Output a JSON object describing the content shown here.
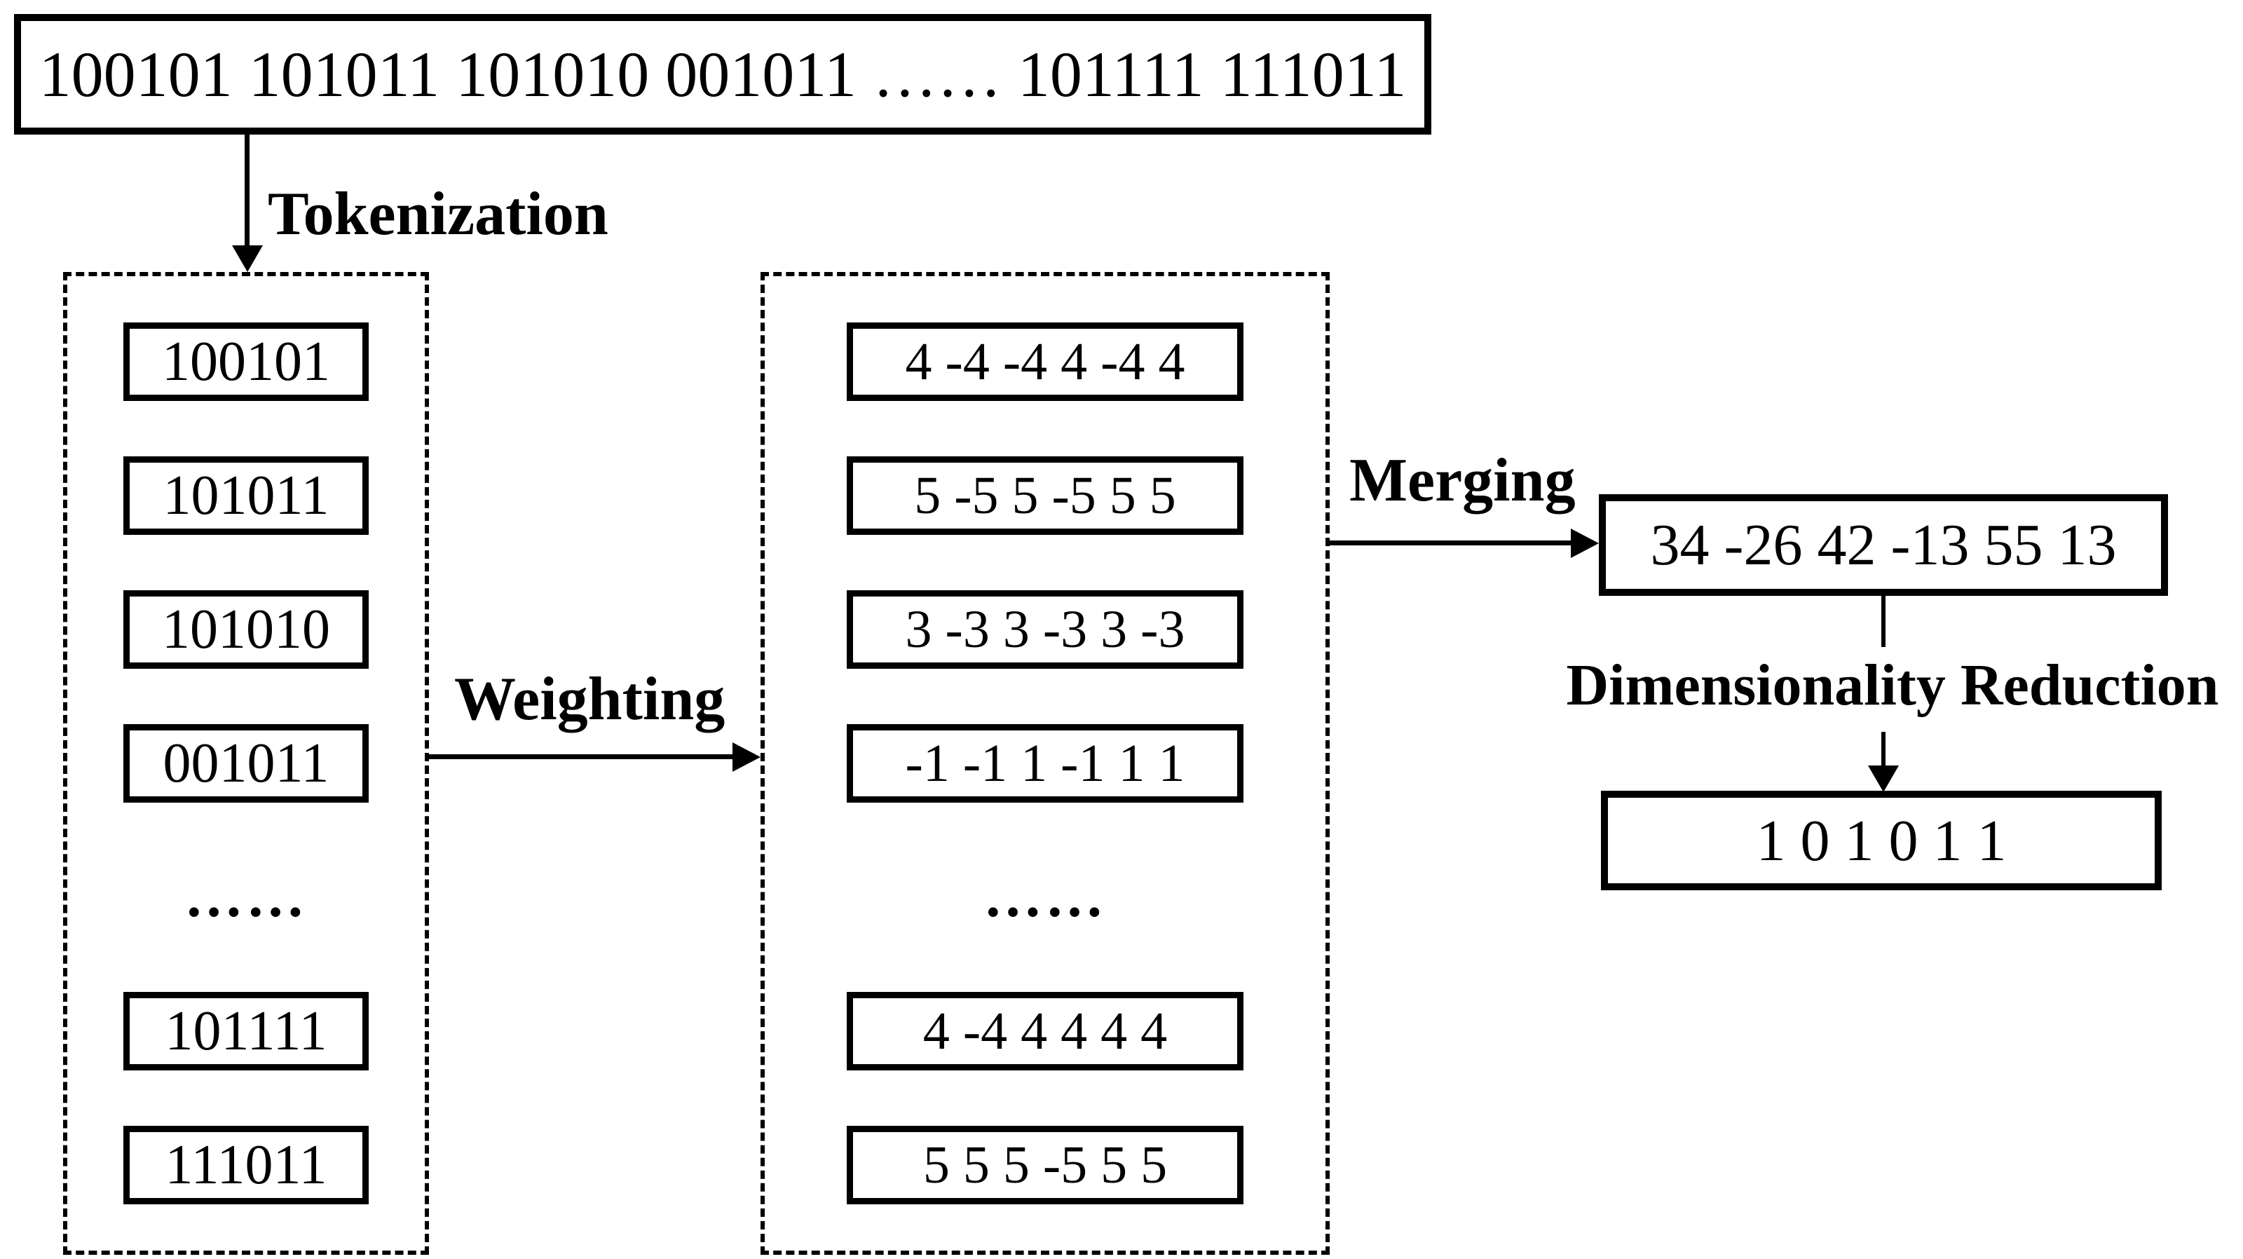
{
  "diagram": {
    "input_box": {
      "text": "100101 101011 101010 001011 …… 101111 111011"
    },
    "labels": {
      "tokenization": "Tokenization",
      "weighting": "Weighting",
      "merging": "Merging",
      "dimensionality_reduction": "Dimensionality Reduction"
    },
    "token_column": {
      "items": [
        "100101",
        "101011",
        "101010",
        "001011"
      ],
      "ellipsis": "……",
      "tail_items": [
        "101111",
        "111011"
      ]
    },
    "weight_column": {
      "items": [
        "4 -4 -4 4 -4 4",
        "5 -5 5 -5 5 5",
        "3 -3 3 -3 3 -3",
        "-1 -1 1 -1 1 1"
      ],
      "ellipsis": "……",
      "tail_items": [
        "4 -4 4 4 4 4",
        "5 5 5 -5 5 5"
      ]
    },
    "merged_box": {
      "text": "34 -26 42 -13 55 13"
    },
    "output_box": {
      "text": "1 0 1 0 1 1"
    },
    "colors": {
      "ink": "#000000",
      "background": "#ffffff"
    }
  }
}
